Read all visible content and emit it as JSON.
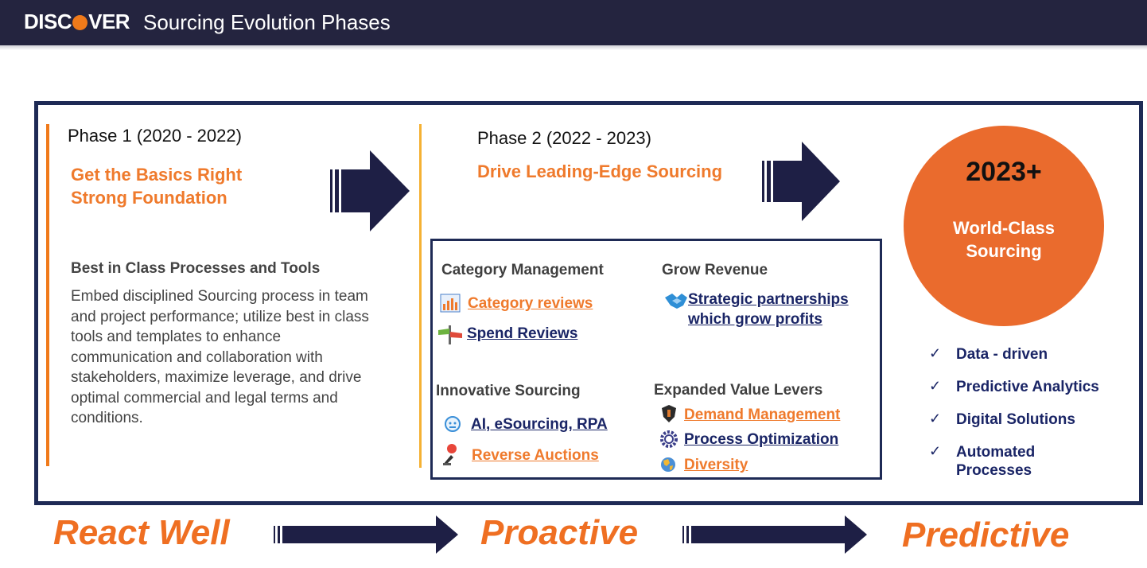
{
  "header": {
    "logo_pre": "DISC",
    "logo_post": "VER",
    "title": "Sourcing Evolution Phases"
  },
  "phase1": {
    "label": "Phase 1 (2020 - 2022)",
    "headline_1": "Get the Basics Right",
    "headline_2": "Strong Foundation",
    "subhead": "Best in Class Processes and Tools",
    "body": "Embed disciplined Sourcing process in team and project performance; utilize best in class tools and templates to enhance communication and collaboration with stakeholders, maximize leverage, and drive optimal commercial and legal terms and conditions."
  },
  "phase2": {
    "label": "Phase 2 (2022 - 2023)",
    "headline": "Drive Leading-Edge Sourcing",
    "category_management": {
      "title": "Category Management",
      "items": [
        {
          "label": "Category reviews",
          "icon": "bar-chart-icon"
        },
        {
          "label": "Spend Reviews",
          "icon": "signpost-icon"
        }
      ]
    },
    "grow_revenue": {
      "title": "Grow Revenue",
      "items": [
        {
          "label_1": "Strategic partnerships",
          "label_2": "which grow profits",
          "icon": "handshake-icon"
        }
      ]
    },
    "innovative_sourcing": {
      "title": "Innovative Sourcing",
      "items": [
        {
          "label": "AI, eSourcing, RPA",
          "icon": "robot-icon"
        },
        {
          "label": "Reverse Auctions",
          "icon": "gavel-icon"
        }
      ]
    },
    "expanded_value_levers": {
      "title": "Expanded Value Levers",
      "items": [
        {
          "label": "Demand Management",
          "icon": "shield-icon"
        },
        {
          "label": "Process Optimization",
          "icon": "gear-icon"
        },
        {
          "label": "Diversity",
          "icon": "globe-icon"
        }
      ]
    }
  },
  "phase3": {
    "year": "2023+",
    "title_1": "World-Class",
    "title_2": "Sourcing",
    "checklist": [
      {
        "label": "Data - driven"
      },
      {
        "label": "Predictive Analytics"
      },
      {
        "label": "Digital Solutions"
      },
      {
        "label_1": "Automated",
        "label_2": "Processes"
      }
    ],
    "check_glyph": "✓"
  },
  "footer": {
    "stage_1": "React Well",
    "stage_2": "Proactive",
    "stage_3": "Predictive"
  },
  "colors": {
    "navy": "#1e2a55",
    "header": "#24243f",
    "orange": "#ef7a2c",
    "circle": "#ea6b2d"
  }
}
